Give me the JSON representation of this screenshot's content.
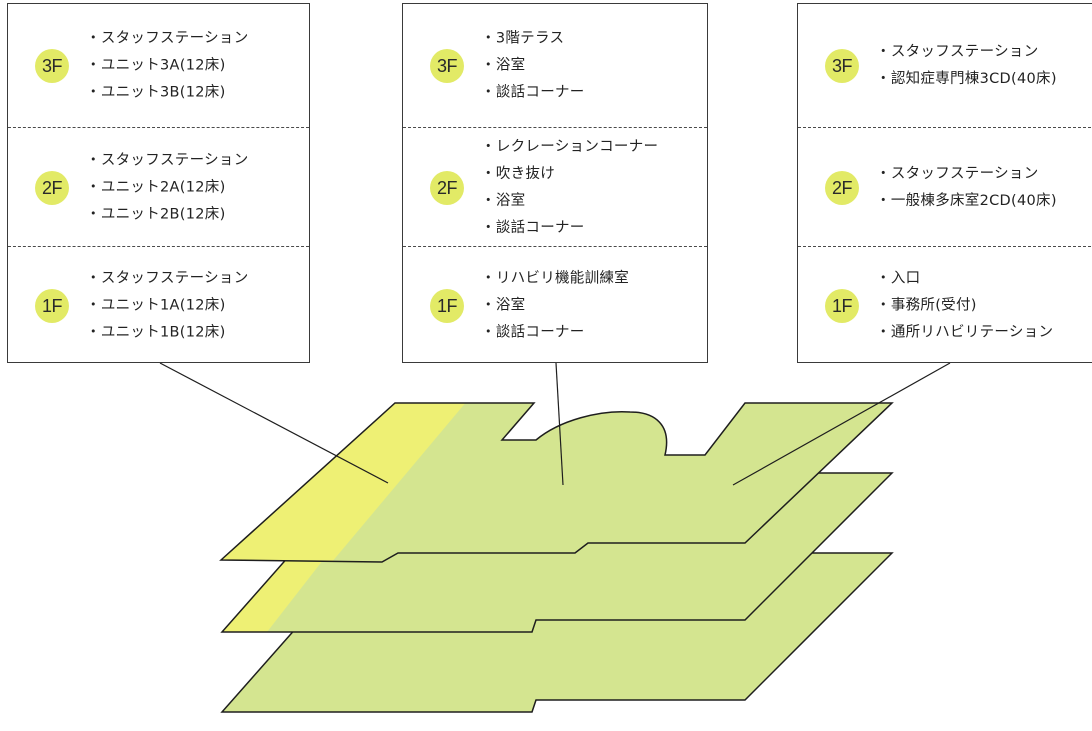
{
  "colors": {
    "badge": "#e2ea66",
    "plate_left": "#d2e06a",
    "plate_center": "#eef074",
    "plate_right": "#d4e590",
    "border": "#3a3a3a"
  },
  "panels": {
    "left": {
      "floors": [
        {
          "label": "3F",
          "items": [
            "スタッフステーション",
            "ユニット3A(12床)",
            "ユニット3B(12床)"
          ]
        },
        {
          "label": "2F",
          "items": [
            "スタッフステーション",
            "ユニット2A(12床)",
            "ユニット2B(12床)"
          ]
        },
        {
          "label": "1F",
          "items": [
            "スタッフステーション",
            "ユニット1A(12床)",
            "ユニット1B(12床)"
          ]
        }
      ]
    },
    "center": {
      "floors": [
        {
          "label": "3F",
          "items": [
            "3階テラス",
            "浴室",
            "談話コーナー"
          ]
        },
        {
          "label": "2F",
          "items": [
            "レクレーションコーナー",
            "吹き抜け",
            "浴室",
            "談話コーナー"
          ]
        },
        {
          "label": "1F",
          "items": [
            "リハビリ機能訓練室",
            "浴室",
            "談話コーナー"
          ]
        }
      ]
    },
    "right": {
      "floors": [
        {
          "label": "3F",
          "items": [
            "スタッフステーション",
            "認知症専門棟3CD(40床)"
          ]
        },
        {
          "label": "2F",
          "items": [
            "スタッフステーション",
            "一般棟多床室2CD(40床)"
          ]
        },
        {
          "label": "1F",
          "items": [
            "入口",
            "事務所(受付)",
            "通所リハビリテーション"
          ]
        }
      ]
    }
  }
}
